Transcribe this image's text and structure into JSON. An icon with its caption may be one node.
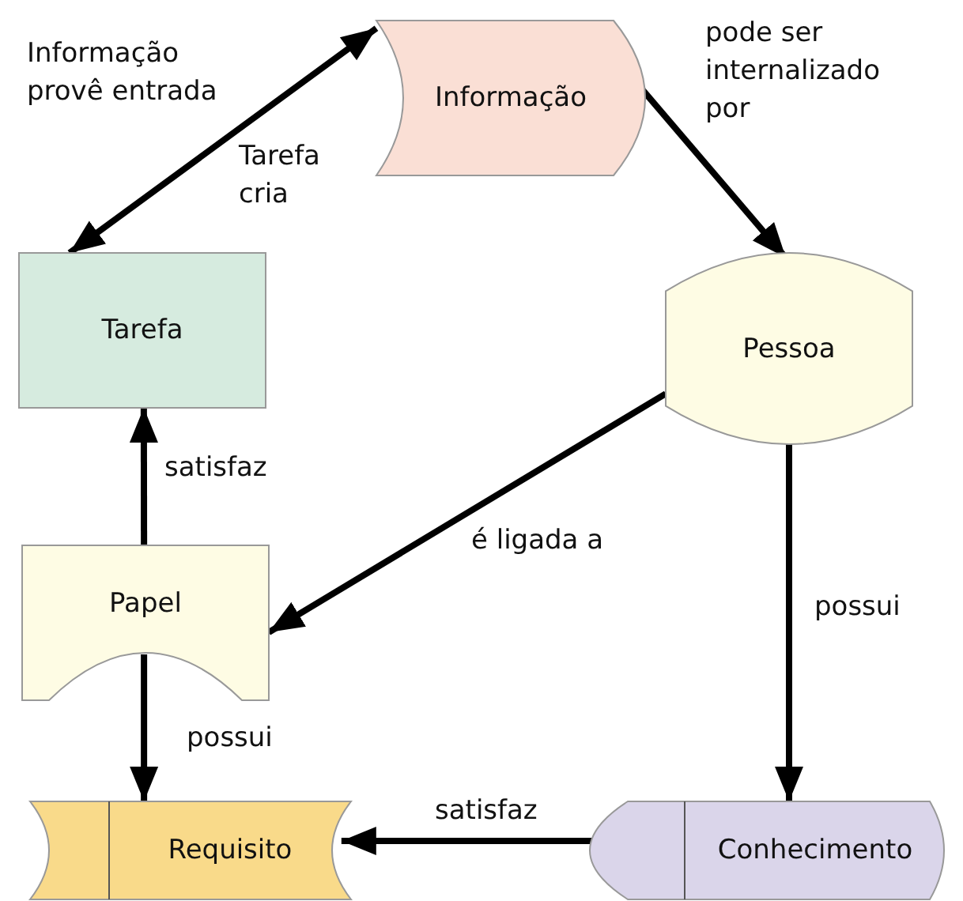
{
  "diagram": {
    "nodes": [
      {
        "text": [
          "Informação"
        ]
      },
      {
        "text": [
          "Tarefa"
        ]
      },
      {
        "text": [
          "Pessoa"
        ]
      },
      {
        "text": [
          "Papel"
        ]
      },
      {
        "text": [
          "Requisito"
        ]
      },
      {
        "text": [
          "Conhecimento"
        ]
      }
    ],
    "edges": [
      {
        "from": 0,
        "to": 1,
        "arrow": "both",
        "label": "Tarefa cria"
      },
      {
        "from": 0,
        "to": 2,
        "arrow": "to",
        "label": "pode ser internalizado por"
      },
      {
        "from": 2,
        "to": 3,
        "arrow": "to",
        "label": "é ligada a"
      },
      {
        "from": 2,
        "to": 5,
        "arrow": "to",
        "label": "possui"
      },
      {
        "from": 3,
        "to": 1,
        "arrow": "to",
        "label": "satisfaz"
      },
      {
        "from": 3,
        "to": 4,
        "arrow": "to",
        "label": "possui"
      },
      {
        "from": 5,
        "to": 4,
        "arrow": "to",
        "label": "satisfaz"
      }
    ],
    "labels": [
      "Informação provê entrada"
    ]
  }
}
